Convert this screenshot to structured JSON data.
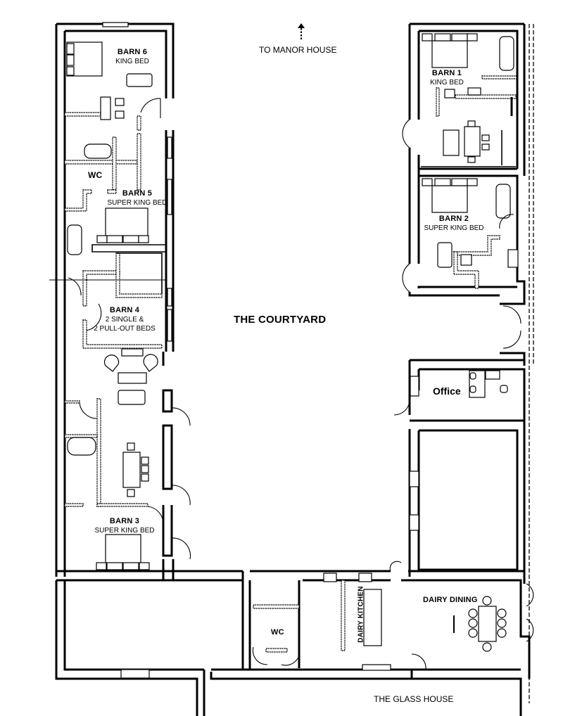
{
  "plan": {
    "orientation_note": "TO MANOR HOUSE",
    "courtyard": "THE COURTYARD",
    "glass_house": "THE GLASS HOUSE"
  },
  "rooms": {
    "barn6": {
      "name": "BARN 6",
      "bed": "KING BED"
    },
    "barn5": {
      "name": "BARN 5",
      "bed": "SUPER KING BED",
      "wc": "WC"
    },
    "barn4": {
      "name": "BARN 4",
      "bed_line1": "2 SINGLE &",
      "bed_line2": "2 PULL-OUT BEDS"
    },
    "barn3": {
      "name": "BARN 3",
      "bed": "SUPER KING BED"
    },
    "barn1": {
      "name": "BARN 1",
      "bed": "KING BED"
    },
    "barn2": {
      "name": "BARN 2",
      "bed": "SUPER KING BED"
    },
    "office": {
      "name": "Office"
    },
    "wc": {
      "name": "WC"
    },
    "dairy_kitchen": {
      "name": "DAIRY KITCHEN"
    },
    "dairy_dining": {
      "name": "DAIRY DINING"
    }
  },
  "colors": {
    "ink": "#000000",
    "paper": "#ffffff"
  }
}
